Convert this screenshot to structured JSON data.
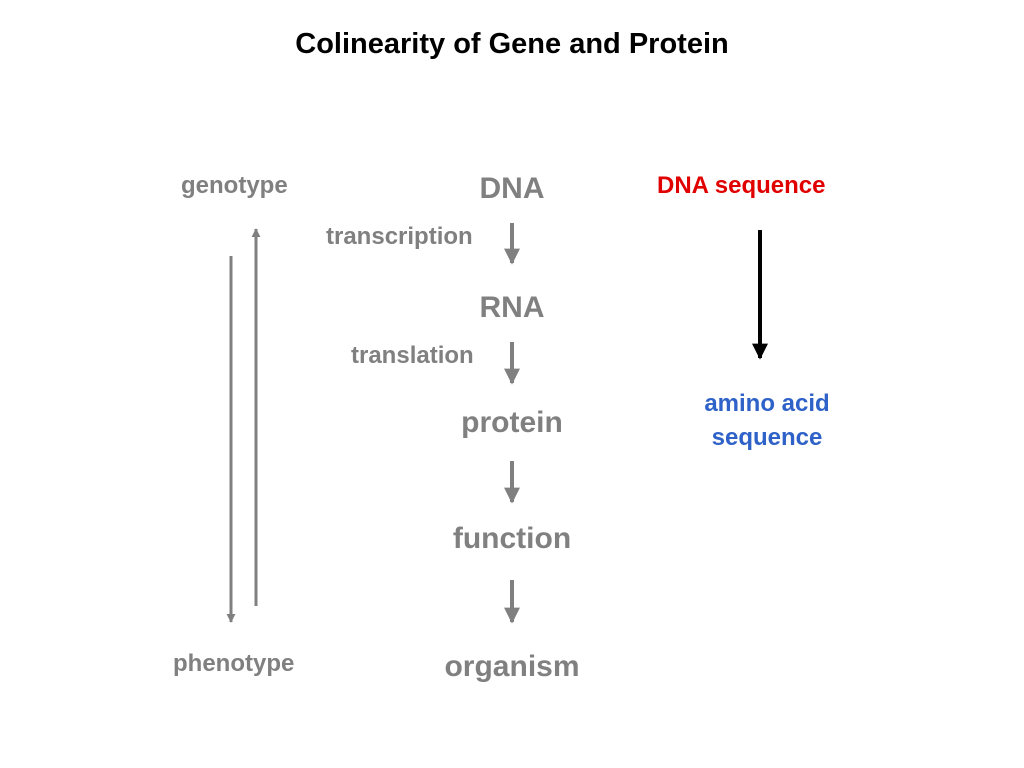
{
  "title": "Colinearity of Gene and Protein",
  "colors": {
    "flow": "#808080",
    "genotype_phenotype": "#808080",
    "dna_sequence": "#e00000",
    "amino_acid_sequence": "#2f62c8",
    "sequence_arrow": "#000000"
  },
  "left": {
    "top_label": "genotype",
    "bottom_label": "phenotype"
  },
  "flow": {
    "nodes": [
      "DNA",
      "RNA",
      "protein",
      "function",
      "organism"
    ],
    "steps": [
      "transcription",
      "translation",
      "",
      ""
    ]
  },
  "right": {
    "top_label": "DNA sequence",
    "bottom_label_line1": "amino acid",
    "bottom_label_line2": "sequence"
  }
}
